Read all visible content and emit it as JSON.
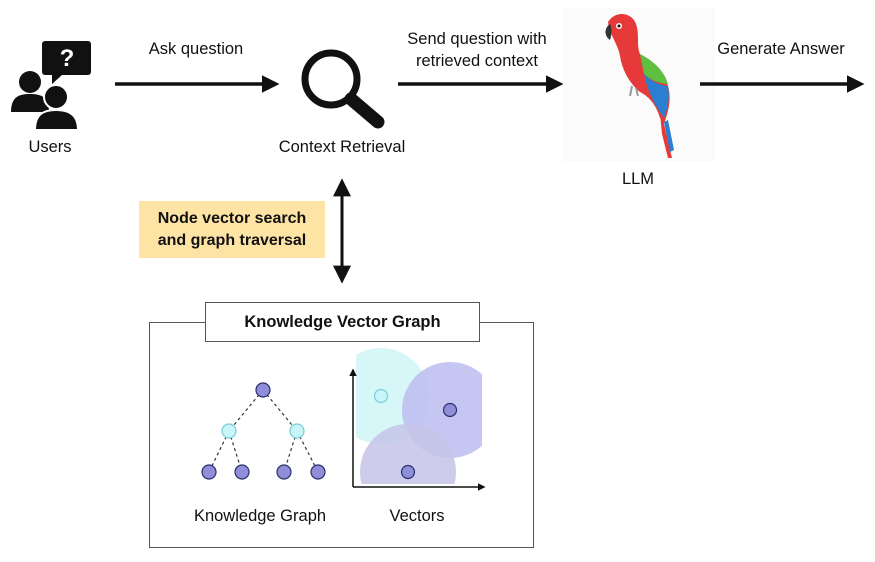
{
  "actors": {
    "users": "Users",
    "context_retrieval": "Context Retrieval",
    "llm": "LLM"
  },
  "arrows": {
    "ask_question": "Ask question",
    "send_question_line1": "Send question with",
    "send_question_line2": "retrieved context",
    "generate_answer": "Generate Answer"
  },
  "note": {
    "line1": "Node vector search",
    "line2": "and graph traversal"
  },
  "knowledge_vector_graph": {
    "title": "Knowledge Vector Graph",
    "knowledge_graph_label": "Knowledge Graph",
    "vectors_label": "Vectors"
  },
  "icons": {
    "users": "users-question-icon",
    "retrieval": "magnifier-icon",
    "llm": "parrot-icon"
  },
  "colors": {
    "note_bg": "#fde4a5",
    "node_dark": "#8f8fd9",
    "node_light": "#c8f5f8",
    "parrot_red": "#e63a3a",
    "parrot_green": "#5fbf3f",
    "parrot_blue": "#2a7fd0"
  }
}
